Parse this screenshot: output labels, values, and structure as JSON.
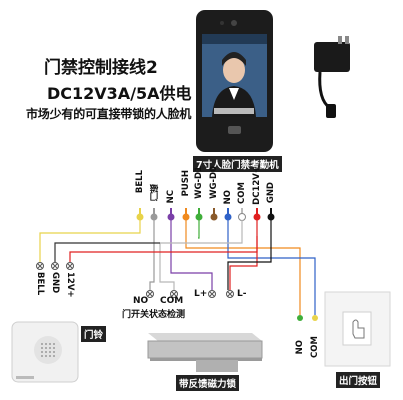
{
  "title": {
    "line1": "门禁控制接线2",
    "line2": "DC12V3A/5A供电",
    "line3": "市场少有的可直接带锁的人脸机"
  },
  "device_caption": "7寸人脸门禁考勤机",
  "terminals": [
    {
      "label": "BELL",
      "color": "#e8d34a"
    },
    {
      "label": "门磁",
      "color": "#9a9a9a"
    },
    {
      "label": "NC",
      "color": "#7a3fa8"
    },
    {
      "label": "PUSH",
      "color": "#f08a1e"
    },
    {
      "label": "WG-D1",
      "color": "#3fae3a"
    },
    {
      "label": "WG-D0",
      "color": "#8a5a2b"
    },
    {
      "label": "NO",
      "color": "#2f62c8"
    },
    {
      "label": "COM",
      "color": "#f2f2f2"
    },
    {
      "label": "DC12V+",
      "color": "#e02020"
    },
    {
      "label": "GND",
      "color": "#111111"
    }
  ],
  "doorbell": {
    "terminals": [
      "BELL",
      "GND",
      "12V+"
    ],
    "caption": "门铃"
  },
  "door_sensor": {
    "terminals": [
      "NO",
      "COM"
    ],
    "caption": "门开关状态检测"
  },
  "lock": {
    "terminals": [
      "L+",
      "L-"
    ],
    "caption": "带反馈磁力锁"
  },
  "exit_button": {
    "terminals": [
      "NO",
      "COM"
    ],
    "caption": "出门按钮"
  }
}
